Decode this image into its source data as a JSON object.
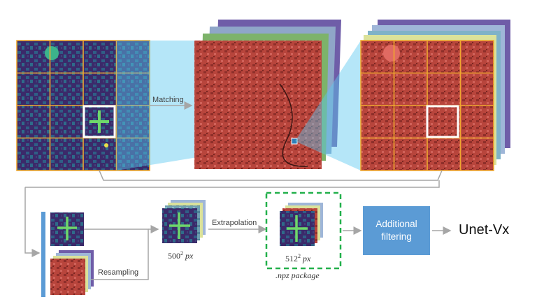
{
  "labels": {
    "matching": "Matching",
    "resampling": "Resampling",
    "extrapolation": "Extrapolation",
    "size_500_base": "500",
    "size_512_base": "512",
    "size_exponent": "2",
    "size_unit": "px",
    "npz_package": ".npz package",
    "additional_filtering": "Additional filtering",
    "output_model": "Unet-Vx"
  },
  "colors": {
    "grid_line": "#f0a830",
    "highlight_box": "#ffffff",
    "projection": "#5bc8f0",
    "filter_box": "#5b9bd5",
    "dashed_box": "#22b04b",
    "arrow": "#a6a6a6",
    "mask_base": "#3b2a6a",
    "satellite_red": "#b8453c"
  }
}
